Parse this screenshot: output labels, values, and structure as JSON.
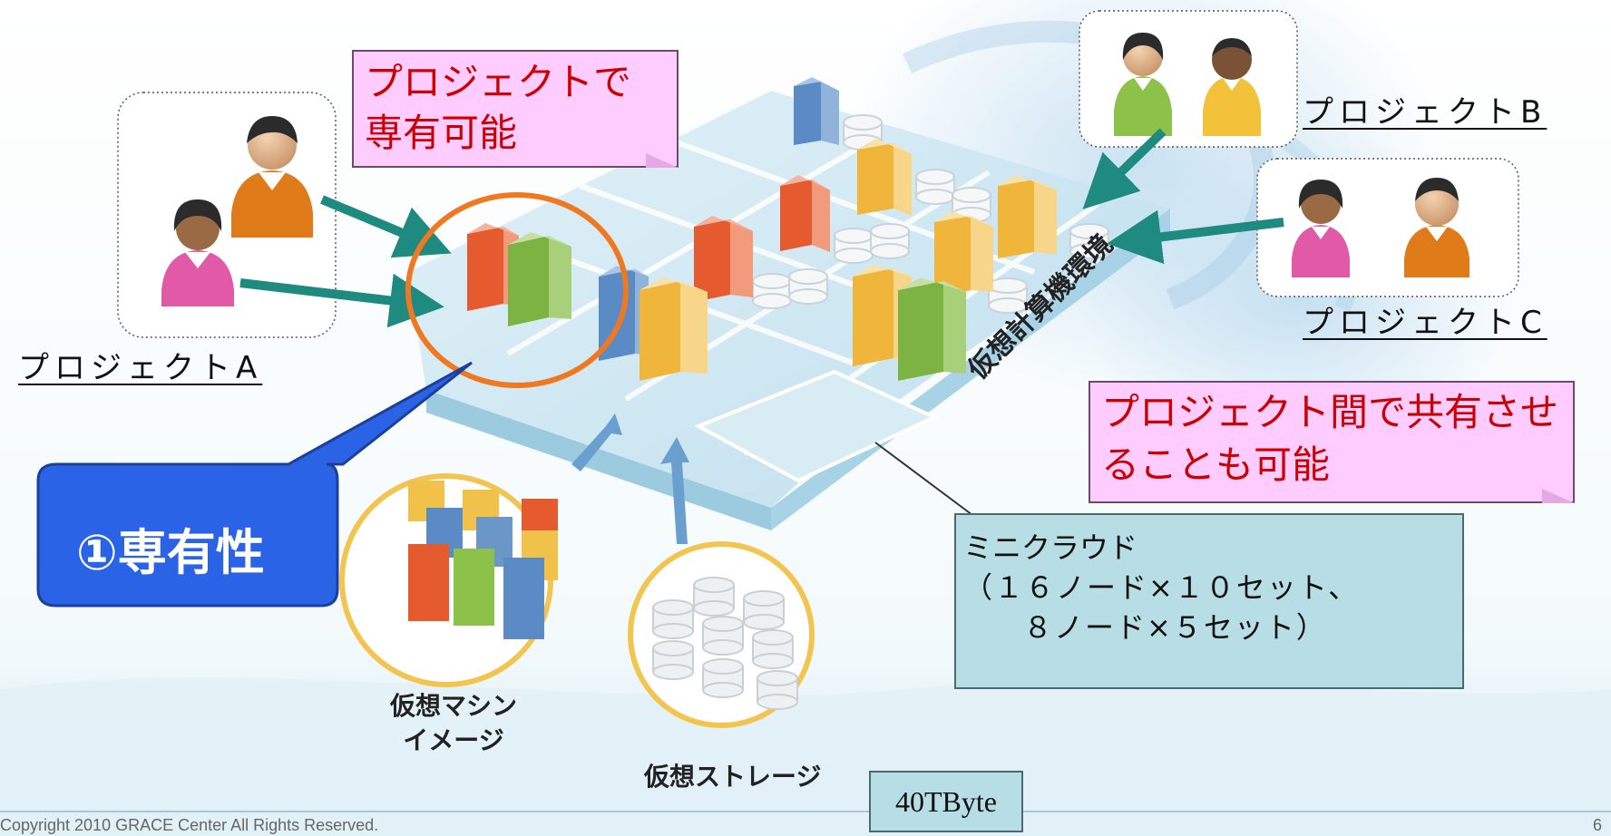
{
  "callouts": {
    "exclusive_note": [
      "プロジェクトで",
      "専有可能"
    ],
    "shared_note": [
      "プロジェクト間で共有させ",
      "ることも可能"
    ],
    "feature": "①専有性"
  },
  "projects": {
    "a": "プロジェクトA",
    "b": "プロジェクトB",
    "c": "プロジェクトC"
  },
  "diagram_labels": {
    "environment": "仮想計算機環境",
    "vm_image": [
      "仮想マシン",
      "イメージ"
    ],
    "storage": "仮想ストレージ",
    "capacity": "40TByte"
  },
  "minicloud": {
    "title": "ミニクラウド",
    "line1": "（１６ノード×１０セット、",
    "line2": "８ノード×５セット）"
  },
  "footer": {
    "copyright": "Copyright 2010 GRACE Center All Rights Reserved.",
    "page": "6"
  },
  "colors": {
    "arrow_teal": "#1f8a80",
    "highlight_orange": "#f07820",
    "callout_blue": "#2b63e6",
    "note_pink": "#ffccff",
    "note_text": "#cc0000",
    "box_teal": "#b7dde5",
    "server_red": "#e8643a",
    "server_green": "#8cc24a",
    "server_yellow": "#f2c24a",
    "server_blue": "#6b96c8"
  },
  "icons": [
    "user-icon",
    "server-icon",
    "storage-disk-icon",
    "arrow-icon"
  ]
}
